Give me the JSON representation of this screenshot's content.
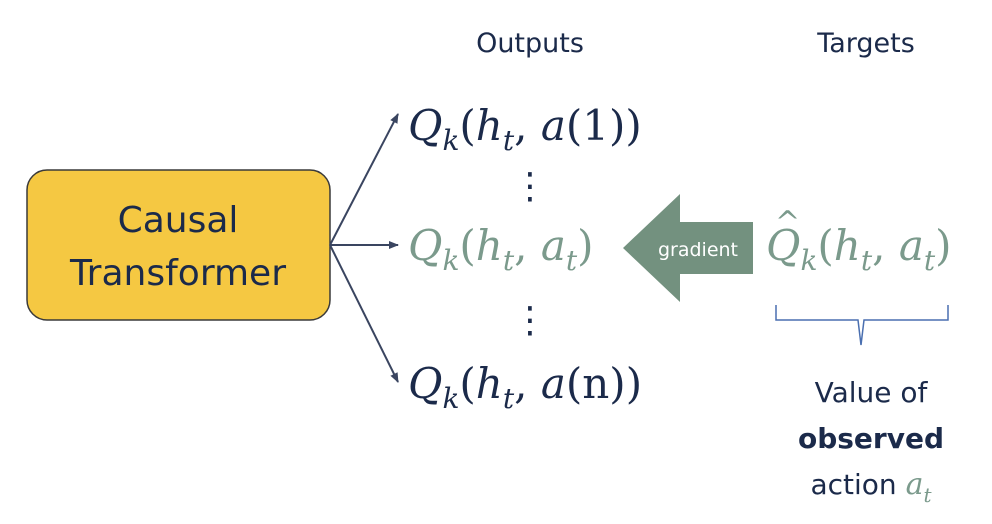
{
  "headers": {
    "outputs": "Outputs",
    "targets": "Targets"
  },
  "block": {
    "line1": "Causal",
    "line2": "Transformer"
  },
  "outputs": {
    "first": {
      "q": "Q",
      "sub_k": "k",
      "open": "(",
      "h": "h",
      "sub_t": "t",
      "sep": ", ",
      "a": "a",
      "arg": "(1)",
      "close": ")"
    },
    "middle": {
      "q": "Q",
      "sub_k": "k",
      "open": "(",
      "h": "h",
      "sub_t": "t",
      "sep": ", ",
      "a": "a",
      "sub_a": "t",
      "close": ")"
    },
    "last": {
      "q": "Q",
      "sub_k": "k",
      "open": "(",
      "h": "h",
      "sub_t": "t",
      "sep": ", ",
      "a": "a",
      "arg": "(n)",
      "close": ")"
    },
    "dots": "⋮"
  },
  "gradient": {
    "label": "gradient"
  },
  "target": {
    "hat": "^",
    "q": "Q",
    "sub_k": "k",
    "open": "(",
    "h": "h",
    "sub_t": "t",
    "sep": ", ",
    "a": "a",
    "sub_a": "t",
    "close": ")"
  },
  "note": {
    "line1": "Value of",
    "line2": "observed",
    "line3_text": "action ",
    "line3_var": "a",
    "line3_sub": "t"
  },
  "colors": {
    "block_fill": "#f5c842",
    "dark": "#1b2a4a",
    "green": "#7b9a8c",
    "arrow_fill": "#73917f"
  }
}
